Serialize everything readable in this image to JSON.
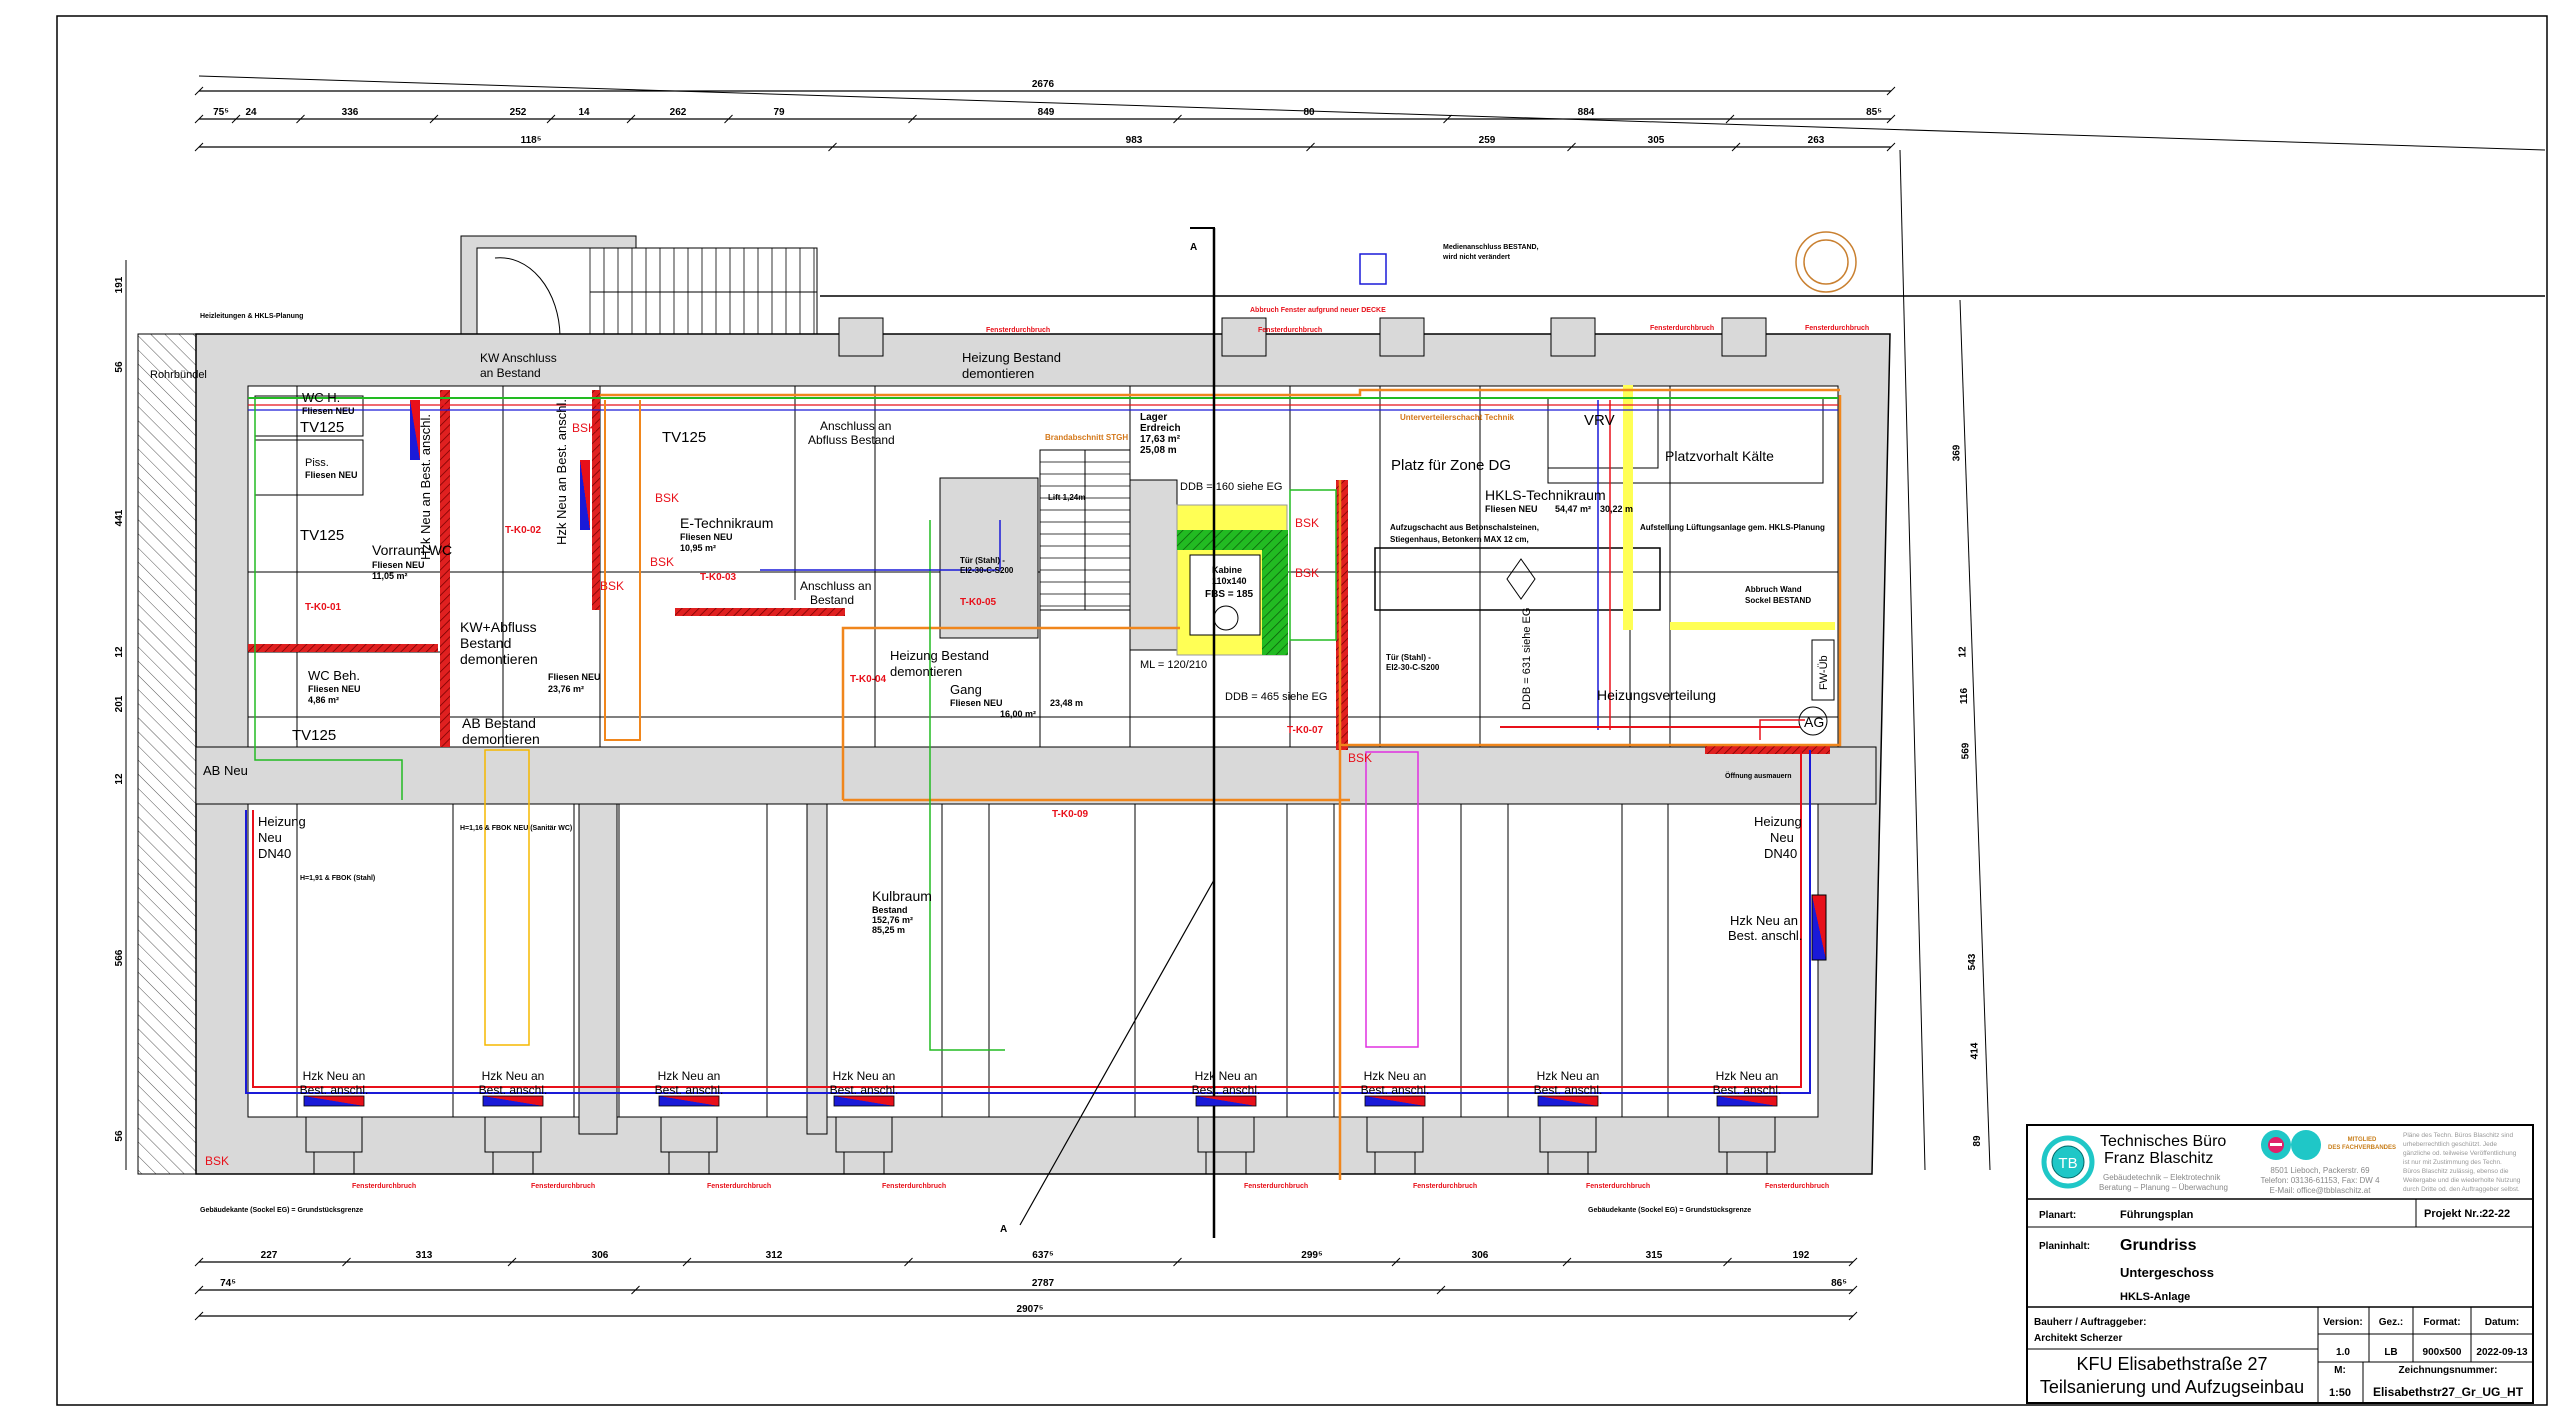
{
  "title_block": {
    "logo_initials": "TB",
    "company_line1": "Technisches Büro",
    "company_line2": "Franz Blaschitz",
    "company_sub1": "Gebäudetechnik – Elektrotechnik",
    "company_sub2": "Beratung – Planung – Überwachung",
    "member_badge_1": "MITGLIED",
    "member_badge_2": "DES FACHVERBANDES",
    "address": "8501 Lieboch, Packerstr. 69",
    "phone": "Telefon: 03136-61153, Fax: DW 4",
    "email": "E-Mail: office@tbblaschitz.at",
    "copyright": [
      "Pläne des Techn. Büros Blaschitz sind",
      "urheberrechtlich geschützt. Jede",
      "gänzliche od. teilweise Veröffentlichung",
      "ist nur mit Zustimmung des Techn.",
      "Büros Blaschitz zulässig, ebenso die",
      "Weitergabe und die wiederholte Nutzung",
      "durch Dritte od. den Auftraggeber selbst."
    ],
    "planart_label": "Planart:",
    "planart": "Führungsplan",
    "projekt_label": "Projekt Nr.:",
    "projekt": "22-22",
    "planinhalt_label": "Planinhalt:",
    "planinhalt_1": "Grundriss",
    "planinhalt_2": "Untergeschoss",
    "planinhalt_3": "HKLS-Anlage",
    "bauherr_label": "Bauherr / Auftraggeber:",
    "bauherr": "Architekt Scherzer",
    "project_title_1": "KFU Elisabethstraße 27",
    "project_title_2": "Teilsanierung und Aufzugseinbau",
    "version_label": "Version:",
    "version": "1.0",
    "gez_label": "Gez.:",
    "gez": "LB",
    "format_label": "Format:",
    "format": "900x500",
    "datum_label": "Datum:",
    "datum": "2022-09-13",
    "massstab_label": "M:",
    "massstab": "1:50",
    "zeichnungsnr_label": "Zeichnungsnummer:",
    "zeichnungsnr": "Elisabethstr27_Gr_UG_HT"
  },
  "dimensions": {
    "top_overall": "2676",
    "top_row1": [
      "75⁵",
      "24",
      "336",
      "252",
      "14",
      "262",
      "79",
      "849",
      "80",
      "884",
      "85⁵"
    ],
    "top_row2": [
      "118⁵",
      "983",
      "259",
      "305",
      "263"
    ],
    "bottom_row1": [
      "227",
      "313",
      "306",
      "312",
      "637⁵",
      "299⁵",
      "306",
      "315",
      "192"
    ],
    "bottom_row2": [
      "74⁵",
      "2787",
      "86⁵"
    ],
    "bottom_overall": "2907⁵",
    "left": [
      "191",
      "56",
      "441",
      "12",
      "201",
      "12",
      "566",
      "56"
    ],
    "right": [
      "369",
      "12",
      "116",
      "569",
      "543",
      "414",
      "89"
    ]
  },
  "plan_labels": {
    "wc_h": "WC H.",
    "wc_h_sub": "Fliesen NEU",
    "tv125_1": "TV125",
    "piss": "Piss.",
    "piss_sub": "Fliesen NEU",
    "tv125_2": "TV125",
    "vorraum": "Vorraum WC",
    "vorraum_sub": "Fliesen NEU",
    "vorraum_area": "11,05 m²",
    "wc_beh": "WC Beh.",
    "wc_beh_sub": "Fliesen NEU",
    "wc_beh_area": "4,86 m²",
    "tv125_3": "TV125",
    "ab_neu": "AB Neu",
    "rohrbuendel": "Rohrbündel",
    "kw_anschluss_1": "KW Anschluss",
    "kw_anschluss_2": "an Bestand",
    "hzk_v1": "Hzk Neu an Best. anschl.",
    "hzk_v2": "Hzk Neu an Best. anschl.",
    "kw_abfluss_1": "KW+Abfluss",
    "kw_abfluss_2": "Bestand",
    "kw_abfluss_3": "demontieren",
    "kw_abfluss_sub": "Fliesen NEU",
    "kw_abfluss_area": "23,76 m²",
    "ab_bestand_1": "AB Bestand",
    "ab_bestand_2": "demontieren",
    "etechnik": "E-Technikraum",
    "etechnik_sub": "Fliesen NEU",
    "etechnik_area": "10,95 m²",
    "tv125_4": "TV125",
    "anschl_abfluss_1": "Anschluss an",
    "anschl_abfluss_2": "Abfluss Bestand",
    "anschl_best_1": "Anschluss an",
    "anschl_best_2": "Bestand",
    "heizung_best1_1": "Heizung Bestand",
    "heizung_best1_2": "demontieren",
    "lager": "Lager",
    "lager_sub": "Erdreich",
    "lager_area": "17,63 m²",
    "lager_perim": "25,08 m",
    "heizung_best2_1": "Heizung Bestand",
    "heizung_best2_2": "demontieren",
    "gang": "Gang",
    "gang_sub": "Fliesen NEU",
    "gang_area": "16,00 m²",
    "gang_perim": "23,48 m",
    "brandabschnitt": "Brandabschnitt STGH",
    "lift": "Lift 1,24m",
    "kabine": "Kabine",
    "kabine_size": "110x140",
    "fbs": "FBS = 185",
    "ddb1": "DDB = 160 siehe EG",
    "ml1": "ML = 120/210",
    "ddb2": "DDB = 465 siehe EG",
    "ddb3": "DDB = 631 siehe EG",
    "tuer_1": "Tür (Stahl) -",
    "tuer_1b": "EI2-30-C-S200",
    "tuer_2": "Tür (Stahl) -",
    "tuer_2b": "EI2-30-C-S200",
    "platz_zone": "Platz für Zone DG",
    "aufzug_1": "Aufzugschacht aus Betonschalsteinen,",
    "aufzug_2": "Stiegenhaus, Betonkern MAX 12 cm,",
    "hkls_raum": "HKLS-Technikraum",
    "hkls_sub": "Fliesen NEU",
    "hkls_area": "54,47 m²",
    "hkls_perim": "30,22 m",
    "vrv": "VRV",
    "platzvorhalt": "Platzvorhalt Kälte",
    "aufstellung": "Aufstellung Lüftungsanlage gem. HKLS-Planung",
    "abbruch_1": "Abbruch Wand",
    "abbruch_2": "Sockel BESTAND",
    "heizungsverteilung": "Heizungsverteilung",
    "ag": "AG",
    "fw_ueb": "FW-Üb",
    "unterverteiler": "Unterverteilerschacht Technik",
    "heizung_neu_l_1": "Heizung",
    "heizung_neu_l_2": "Neu",
    "heizung_neu_l_3": "DN40",
    "heizung_neu_r_1": "Heizung",
    "heizung_neu_r_2": "Neu",
    "heizung_neu_r_3": "DN40",
    "kulbraum": "Kulbraum",
    "kulbraum_sub": "Bestand",
    "kulbraum_area": "152,76 m²",
    "kulbraum_perim": "85,25 m",
    "hzk_right_1": "Hzk Neu an",
    "hzk_right_2": "Best. anschl.",
    "note_top_left": "Heizleitungen & HKLS-Planung",
    "note_top_right_1": "Medienanschluss BESTAND,",
    "note_top_right_2": "wird nicht verändert",
    "note_bottom_left": "Gebäudekante (Sockel EG) = Grundstücksgrenze",
    "note_bottom_right": "Gebäudekante (Sockel EG) = Grundstücksgrenze",
    "abbruch_fenster": "Abbruch Fenster aufgrund neuer DECKE",
    "hoehe_1": "H=1,91 & FBOK (Stahl)",
    "hoehe_2": "H=1,16 & FBOK NEU (Sanitär WC)",
    "oeffnung": "Öffnung ausmauern",
    "section_a_top": "A",
    "section_a_bottom": "A",
    "bsk_1": "BSK",
    "bsk_2": "BSK",
    "bsk_3": "BSK",
    "bsk_4": "BSK",
    "bsk_5": "BSK",
    "bsk_6": "BSK",
    "bsk_7": "BSK",
    "bsk_8": "BSK",
    "t_k0_01": "T-K0-01",
    "t_k0_02": "T-K0-02",
    "t_k0_03": "T-K0-03",
    "t_k0_04": "T-K0-04",
    "t_k0_05": "T-K0-05",
    "t_k0_07": "T-K0-07",
    "t_k0_09": "T-K0-09"
  },
  "radiators": {
    "bottom_label_1": "Hzk Neu an",
    "bottom_label_2": "Best. anschl.",
    "count": 8
  },
  "window_notes": {
    "label": "Fensterdurchbruch"
  },
  "colors": {
    "wall": "#d9d9d9",
    "red_wall": "#e02020",
    "heating_supply": "#e8101a",
    "heating_return": "#1a1ad8",
    "orange": "#f0861c",
    "green": "#22bb22",
    "yellow": "#ffff55",
    "magenta": "#e030e0",
    "logo_teal": "#1fc7c7"
  }
}
